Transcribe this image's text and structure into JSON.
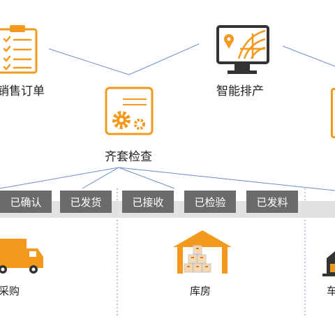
{
  "nodes": {
    "sales_order": "销售订单",
    "smart_scheduling": "智能排产",
    "kit_check": "齐套检查",
    "purchase": "采购",
    "warehouse": "库房",
    "workshop_partial": "车"
  },
  "status_tags": [
    "已确认",
    "已发货",
    "已接收",
    "已检验",
    "已发料"
  ],
  "colors": {
    "accent": "#f39a1c",
    "line": "#6b8fc9",
    "tag": "#6b6b6b",
    "band": "#e2e2e2"
  }
}
